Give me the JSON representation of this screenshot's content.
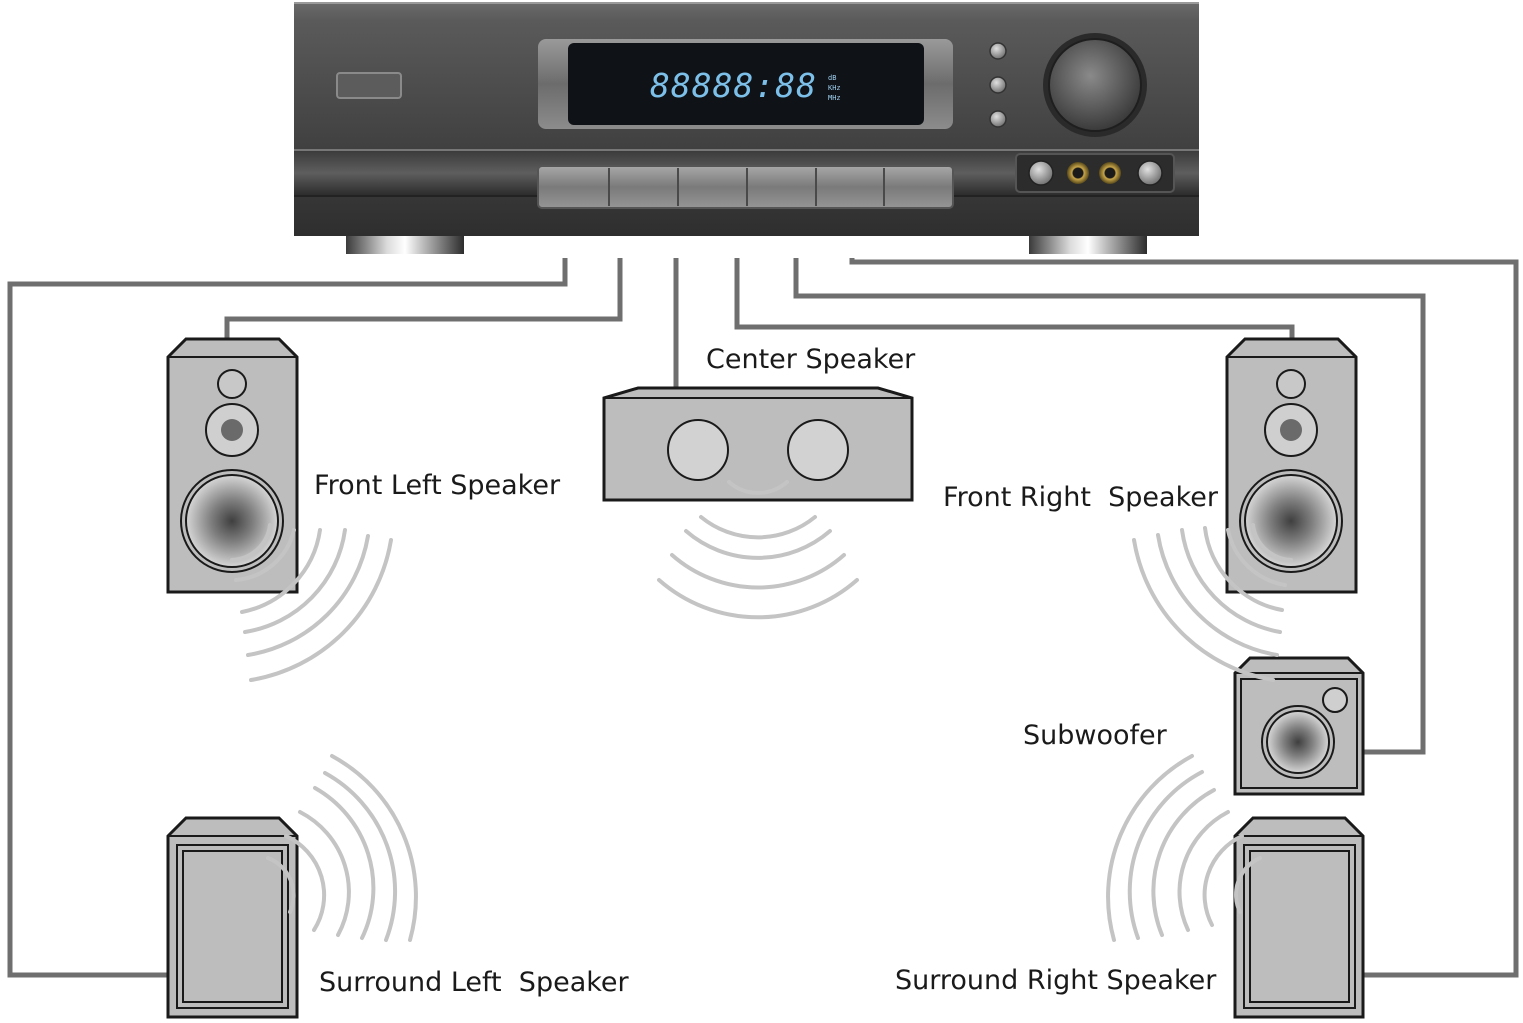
{
  "receiver": {
    "display_readout": "88888:88",
    "display_units": [
      "dB",
      "KHz",
      "MHz"
    ]
  },
  "labels": {
    "center": "Center Speaker",
    "front_left": "Front Left Speaker",
    "front_right": "Front Right  Speaker",
    "subwoofer": "Subwoofer",
    "surround_left": "Surround Left  Speaker",
    "surround_right": "Surround Right Speaker"
  },
  "colors": {
    "wire": "#6f6f6f",
    "sound_waves": "#c4c4c4",
    "speaker_body": "#bdbdbd",
    "receiver_body": "#4a4a4a",
    "display_text": "#7cc0ea"
  },
  "icons": [
    "receiver-icon",
    "tower-speaker-icon",
    "center-speaker-icon",
    "subwoofer-icon",
    "surround-speaker-icon",
    "sound-wave-icon"
  ]
}
